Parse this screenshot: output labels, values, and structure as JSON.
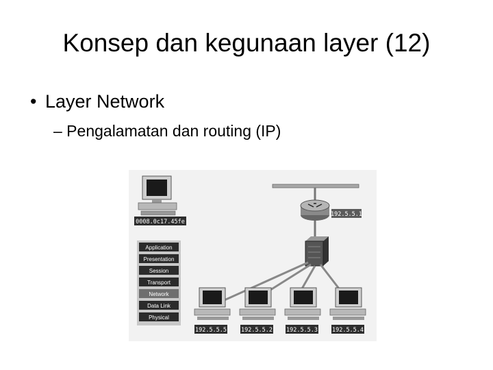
{
  "slide": {
    "title": "Konsep dan kegunaan layer (12)",
    "bullet_level1": "Layer Network",
    "bullet_level2": "– Pengalamatan dan routing (IP)"
  },
  "diagram": {
    "host_mac": "0008.0c17.45fe",
    "router_ip": "192.5.5.1",
    "osi_layers": [
      "Application",
      "Presentation",
      "Session",
      "Transport",
      "Network",
      "Data Link",
      "Physical"
    ],
    "highlighted_layer": "Network",
    "pcs": [
      "192.5.5.5",
      "192.5.5.2",
      "192.5.5.3",
      "192.5.5.4"
    ]
  }
}
